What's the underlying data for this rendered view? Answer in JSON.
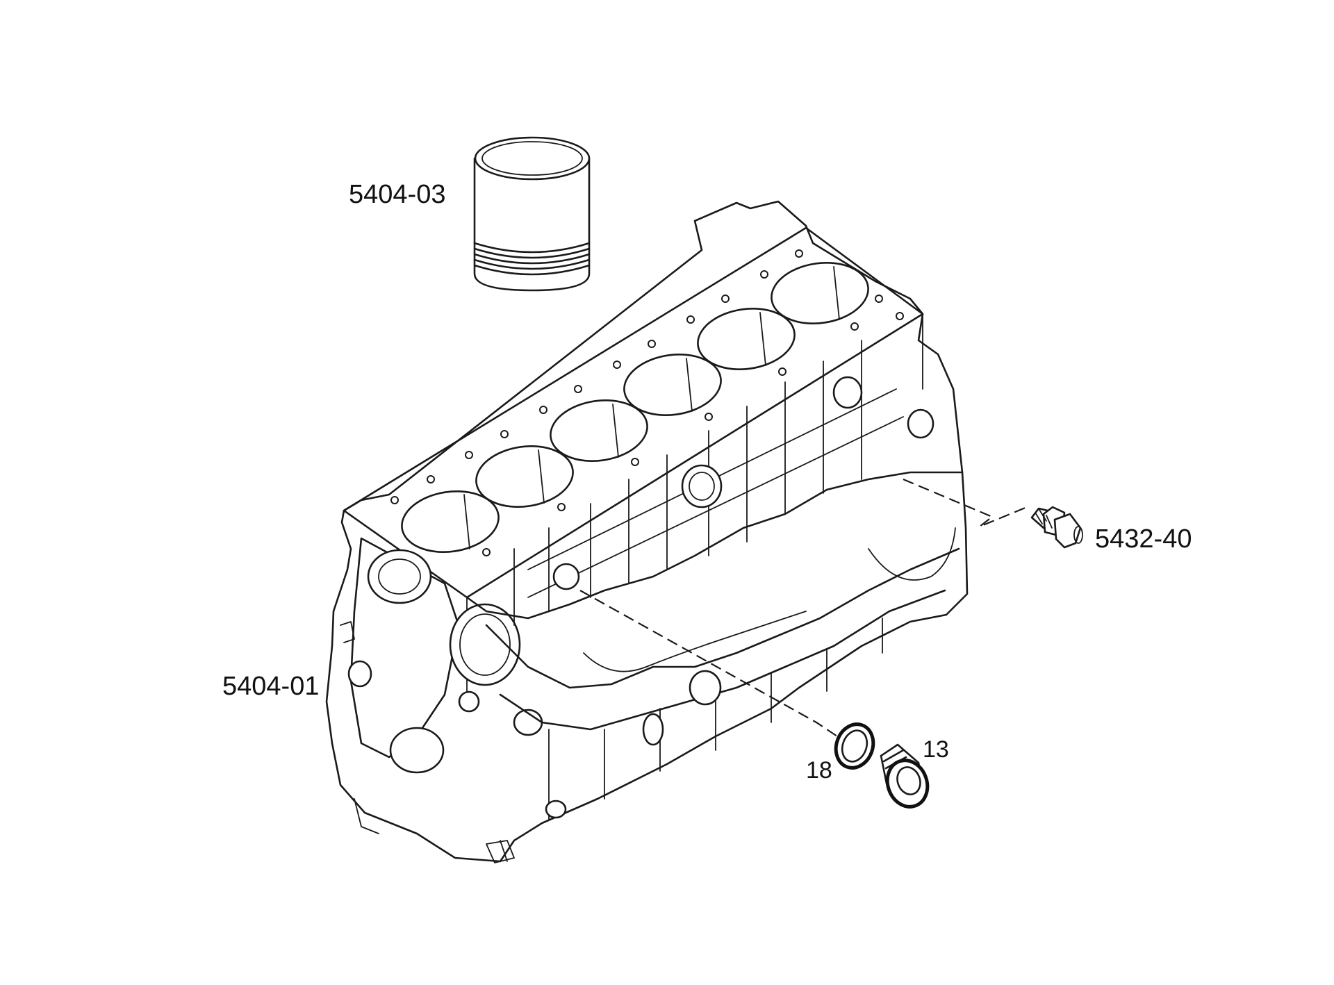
{
  "labels": {
    "cylinder_liner": "5404-03",
    "cylinder_block": "5404-01",
    "fitting": "5432-40",
    "sealing_ring": "18",
    "plug": "13"
  }
}
